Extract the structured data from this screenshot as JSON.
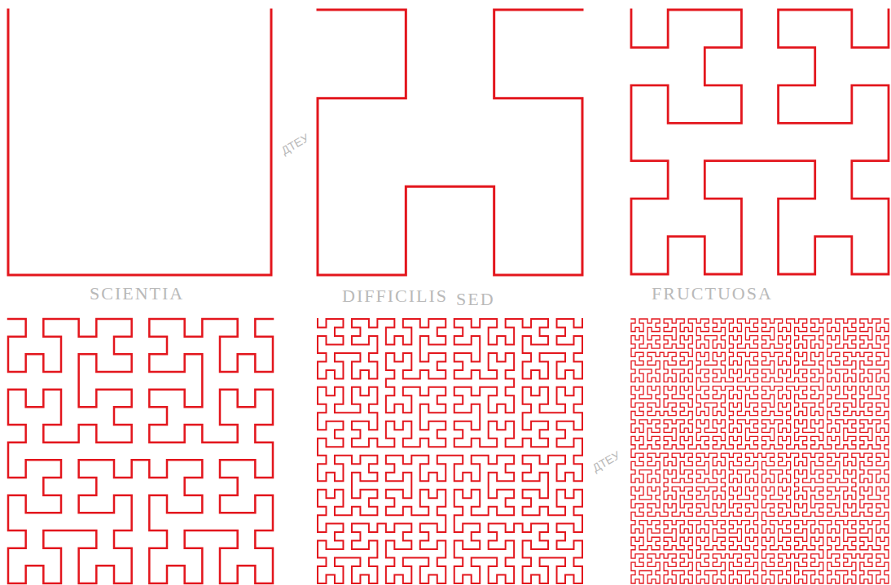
{
  "diagram": {
    "labels": [
      "SCIENTIA",
      "DIFFICILIS",
      "SED",
      "FRUCTUOSA",
      "ДТЕУ",
      "ДТЕУ"
    ]
  }
}
